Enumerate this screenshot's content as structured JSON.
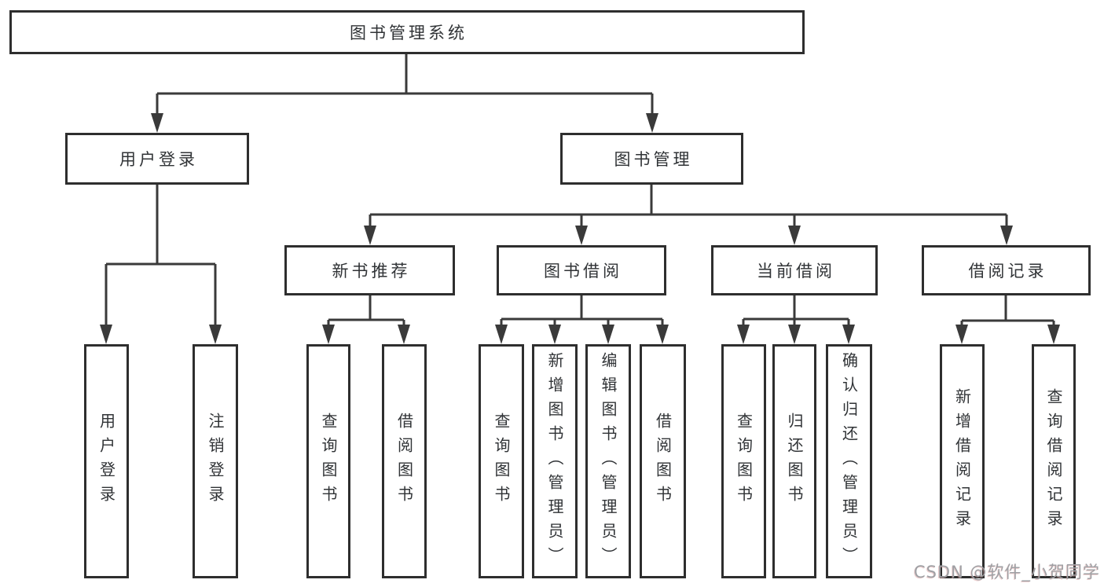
{
  "tree": {
    "root": {
      "label": "图书管理系统"
    },
    "level1": [
      {
        "label": "用户登录",
        "children": [
          "用户登录",
          "注销登录"
        ]
      },
      {
        "label": "图书管理"
      }
    ],
    "level2": [
      {
        "label": "新书推荐",
        "children": [
          "查询图书",
          "借阅图书"
        ]
      },
      {
        "label": "图书借阅",
        "children": [
          "查询图书",
          "新增图书（管理员）",
          "编辑图书（管理员）",
          "借阅图书"
        ]
      },
      {
        "label": "当前借阅",
        "children": [
          "查询图书",
          "归还图书",
          "确认归还（管理员）"
        ]
      },
      {
        "label": "借阅记录",
        "children": [
          "新增借阅记录",
          "查询借阅记录"
        ]
      }
    ]
  },
  "watermark": {
    "text": "CSDN @软件_小贺同学"
  },
  "colors": {
    "background": "#ffffff",
    "box_border": "#2e2e2e",
    "connector_line": "#3a3a3a",
    "text": "#303336",
    "watermark_text": "#9fa0a4"
  }
}
